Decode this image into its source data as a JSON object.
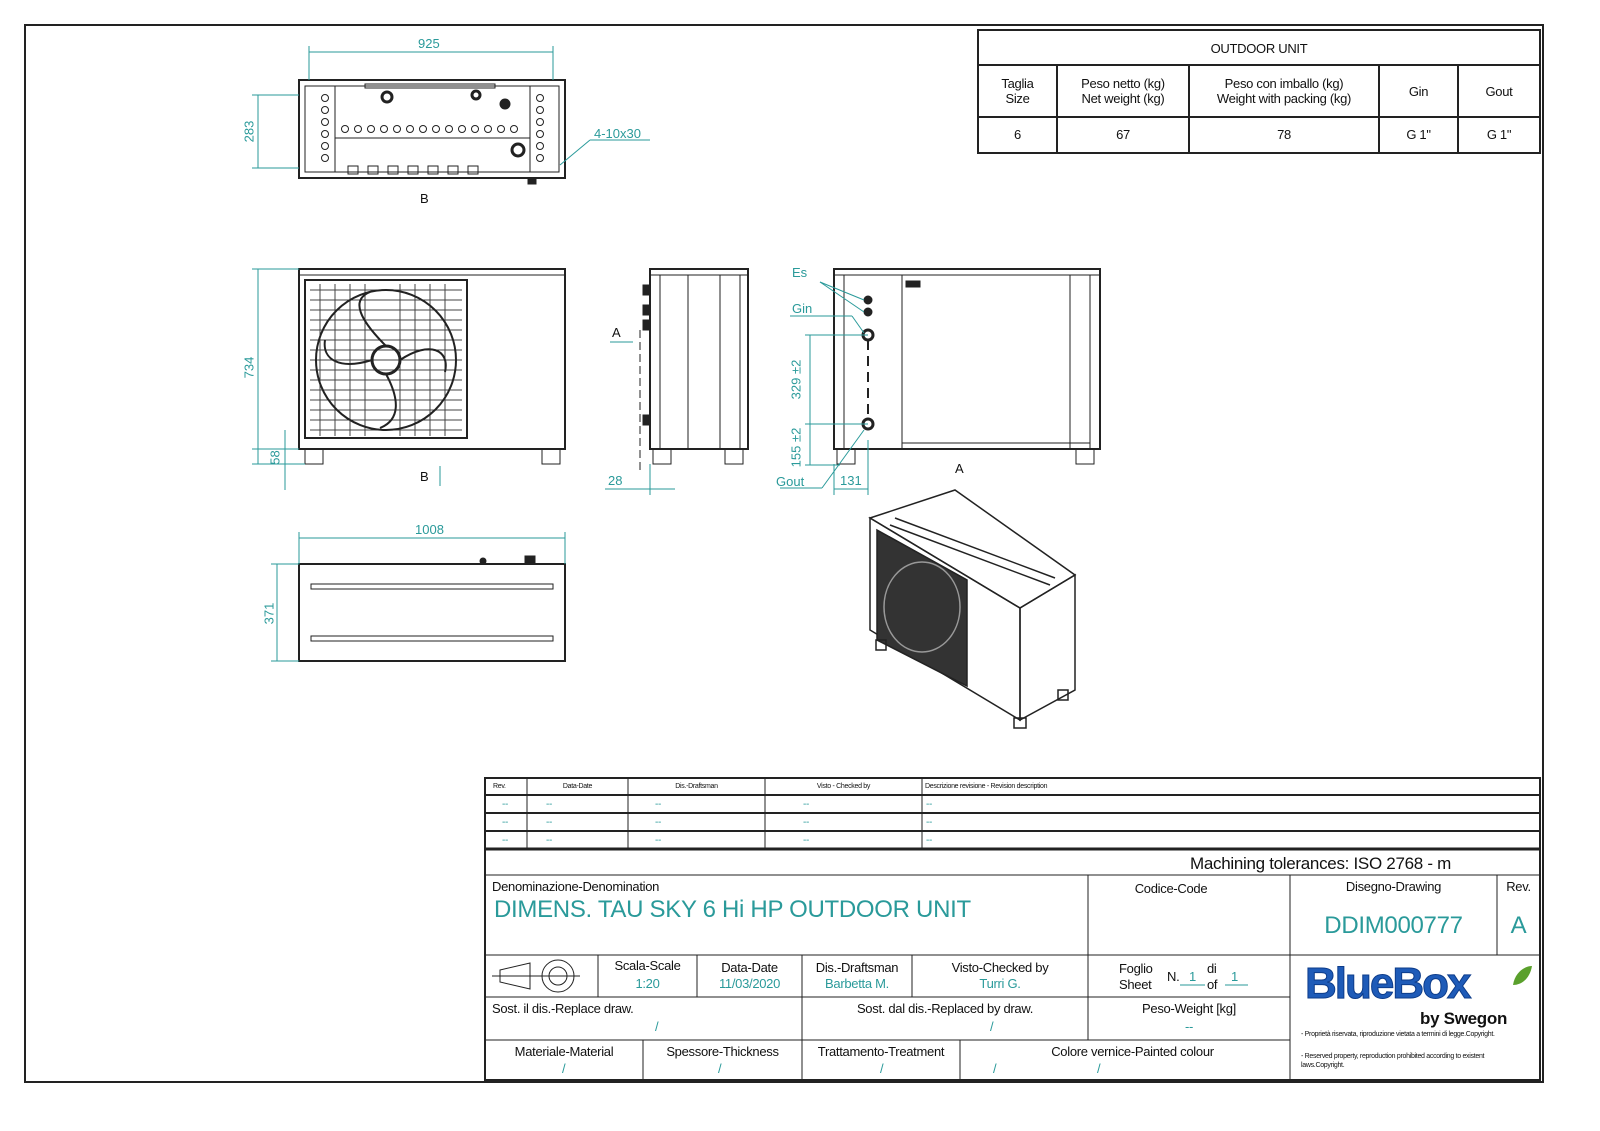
{
  "specs_table": {
    "title": "OUTDOOR UNIT",
    "headers": [
      [
        "Taglia",
        "Size"
      ],
      [
        "Peso netto (kg)",
        "Net weight (kg)"
      ],
      [
        "Peso con imballo (kg)",
        "Weight with packing (kg)"
      ],
      [
        "Gin",
        ""
      ],
      [
        "Gout",
        ""
      ]
    ],
    "row": [
      "6",
      "67",
      "78",
      "G 1\"",
      "G 1\""
    ]
  },
  "dimensions": {
    "top_width": "925",
    "top_height": "283",
    "holes": "4-10x30",
    "front_height": "734",
    "feet_height": "58",
    "bottom_width": "1008",
    "bottom_depth": "371",
    "side_offset": "28",
    "conn_329": "329 ±2",
    "conn_155": "155 ±2",
    "conn_131": "131"
  },
  "view_labels": {
    "b_top": "B",
    "b_front": "B",
    "a_side": "A",
    "a_rear": "A",
    "es": "Es",
    "gin": "Gin",
    "gout": "Gout"
  },
  "revision_table": {
    "headers": [
      "Rev.",
      "Data-Date",
      "Dis.-Draftsman",
      "Visto - Checked by",
      "Descrizione revisione - Revision description"
    ],
    "rows": [
      [
        "--",
        "--",
        "--",
        "--",
        "--"
      ],
      [
        "--",
        "--",
        "--",
        "--",
        "--"
      ],
      [
        "--",
        "--",
        "--",
        "--",
        "--"
      ]
    ]
  },
  "title_block": {
    "tolerances": "Machining tolerances: ISO 2768 - m",
    "denomination_label": "Denominazione-Denomination",
    "denomination": "DIMENS. TAU SKY 6 Hi HP OUTDOOR UNIT",
    "code_label": "Codice-Code",
    "drawing_label": "Disegno-Drawing",
    "drawing": "DDIM000777",
    "rev_label": "Rev.",
    "rev": "A",
    "scale_label": "Scala-Scale",
    "scale": "1:20",
    "date_label": "Data-Date",
    "date": "11/03/2020",
    "draftsman_label": "Dis.-Draftsman",
    "draftsman": "Barbetta M.",
    "checked_label": "Visto-Checked by",
    "checked": "Turri G.",
    "sheet_label_1": "Foglio",
    "sheet_label_2": "Sheet",
    "sheet_n": "N.",
    "sheet_num": "1",
    "sheet_of_1": "di",
    "sheet_of_2": "of",
    "sheet_total": "1",
    "replace_label": "Sost. il dis.-Replace draw.",
    "replace": "/",
    "replaced_label": "Sost. dal dis.-Replaced by draw.",
    "replaced": "/",
    "weight_label": "Peso-Weight [kg]",
    "weight": "--",
    "material_label": "Materiale-Material",
    "material": "/",
    "thickness_label": "Spessore-Thickness",
    "thickness": "/",
    "treatment_label": "Trattamento-Treatment",
    "treatment": "/",
    "colour_label": "Colore vernice-Painted colour",
    "colour_1": "/",
    "colour_2": "/",
    "logo_text": "BlueBox",
    "logo_sub": "by Swegon",
    "copyright_1": "- Proprietà riservata, riproduzione vietata a termini di legge.Copyright.",
    "copyright_2": "- Reserved property, reproduction prohibited according to existent laws.Copyright."
  },
  "colors": {
    "accent": "#2a9a9a",
    "logo": "#1e5bb8",
    "leaf": "#5aa02c"
  }
}
